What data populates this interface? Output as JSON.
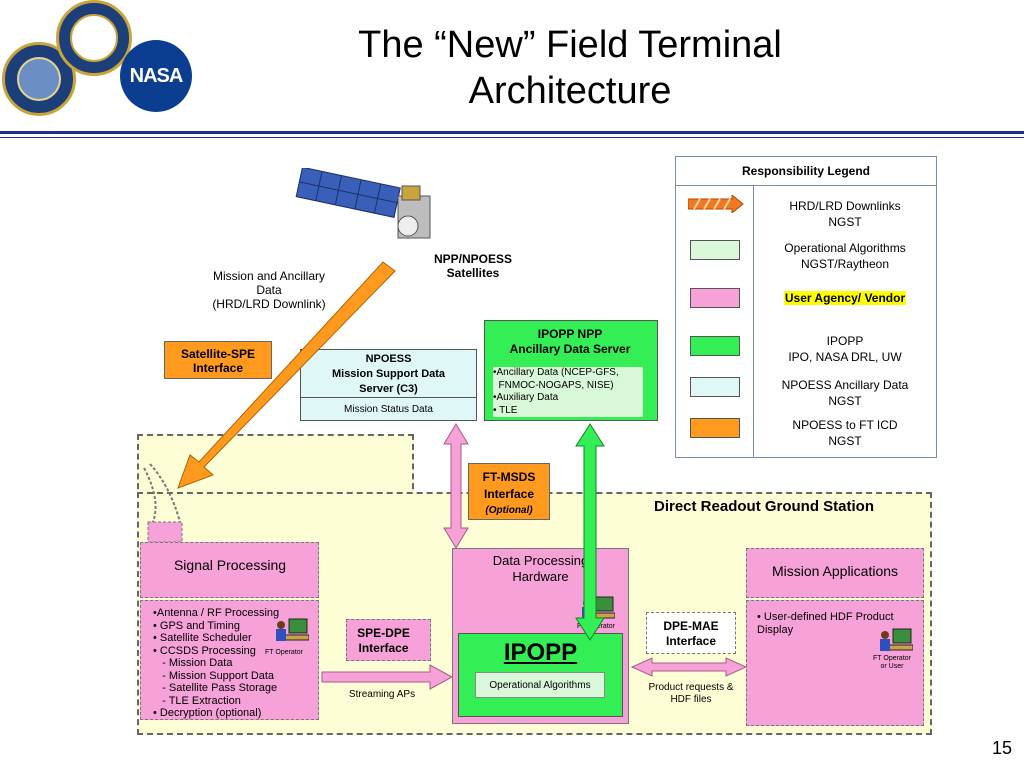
{
  "slide": {
    "title": "The “New” Field Terminal\nArchitecture",
    "page_number": "15",
    "logo_text": "NASA"
  },
  "legend": {
    "title": "Responsibility Legend",
    "rows": [
      {
        "label": "HRD/LRD Downlinks\nNGST",
        "swatch": "#f07a21"
      },
      {
        "label": "Operational Algorithms\nNGST/Raytheon",
        "swatch": "#d9f7d9"
      },
      {
        "label": "User Agency/ Vendor",
        "swatch": "#f7a1d9"
      },
      {
        "label": "IPOPP\nIPO, NASA DRL, UW",
        "swatch": "#33ee55"
      },
      {
        "label": "NPOESS Ancillary Data\nNGST",
        "swatch": "#dff7f7"
      },
      {
        "label": "NPOESS to FT ICD\nNGST",
        "swatch": "#ff9a1f"
      }
    ]
  },
  "satellite": {
    "label": "NPP/NPOESS\nSatellites",
    "downlink_label": "Mission and Ancillary\nData\n(HRD/LRD Downlink)"
  },
  "satellite_spe": {
    "label": "Satellite-SPE\nInterface"
  },
  "npoess_server": {
    "title": "NPOESS\nMission Support Data\nServer (C3)",
    "sub": "Mission Status Data"
  },
  "ipopp_npp": {
    "title": "IPOPP NPP\nAncillary Data Server",
    "items": [
      "•Ancillary Data (NCEP-GFS,",
      "  FNMOC-NOGAPS, NISE)",
      "•Auxiliary Data",
      "• TLE"
    ]
  },
  "ft_msds": {
    "label": "FT-MSDS\nInterface",
    "sub": "(Optional)"
  },
  "ground_station": {
    "label": "Direct Readout Ground Station"
  },
  "signal_processing": {
    "title": "Signal Processing",
    "items": [
      "•Antenna / RF Processing",
      "• GPS and Timing",
      "• Satellite Scheduler",
      "• CCSDS Processing",
      "   - Mission Data",
      "   - Mission Support Data",
      "   - Satellite Pass Storage",
      "   - TLE Extraction",
      "• Decryption (optional)"
    ],
    "operator": "FT Operator"
  },
  "spe_dpe": {
    "label": "SPE-DPE\nInterface",
    "streaming": "Streaming APs"
  },
  "data_processing": {
    "title": "Data Processing\nHardware",
    "operator": "FT Operator",
    "ipopp": "IPOPP",
    "op_alg": "Operational Algorithms"
  },
  "dpe_mae": {
    "label": "DPE-MAE\nInterface",
    "product": "Product requests &\nHDF files"
  },
  "mission_apps": {
    "title": "Mission Applications",
    "item": "• User-defined HDF Product\nDisplay",
    "operator": "FT Operator\nor User"
  },
  "colors": {
    "pink": "#f7a1d9",
    "green": "#33ee55",
    "light_cyan": "#dff7f7",
    "orange": "#ff9a1f",
    "yellow_bg": "#fefed6",
    "navy": "#1f2f8f"
  }
}
